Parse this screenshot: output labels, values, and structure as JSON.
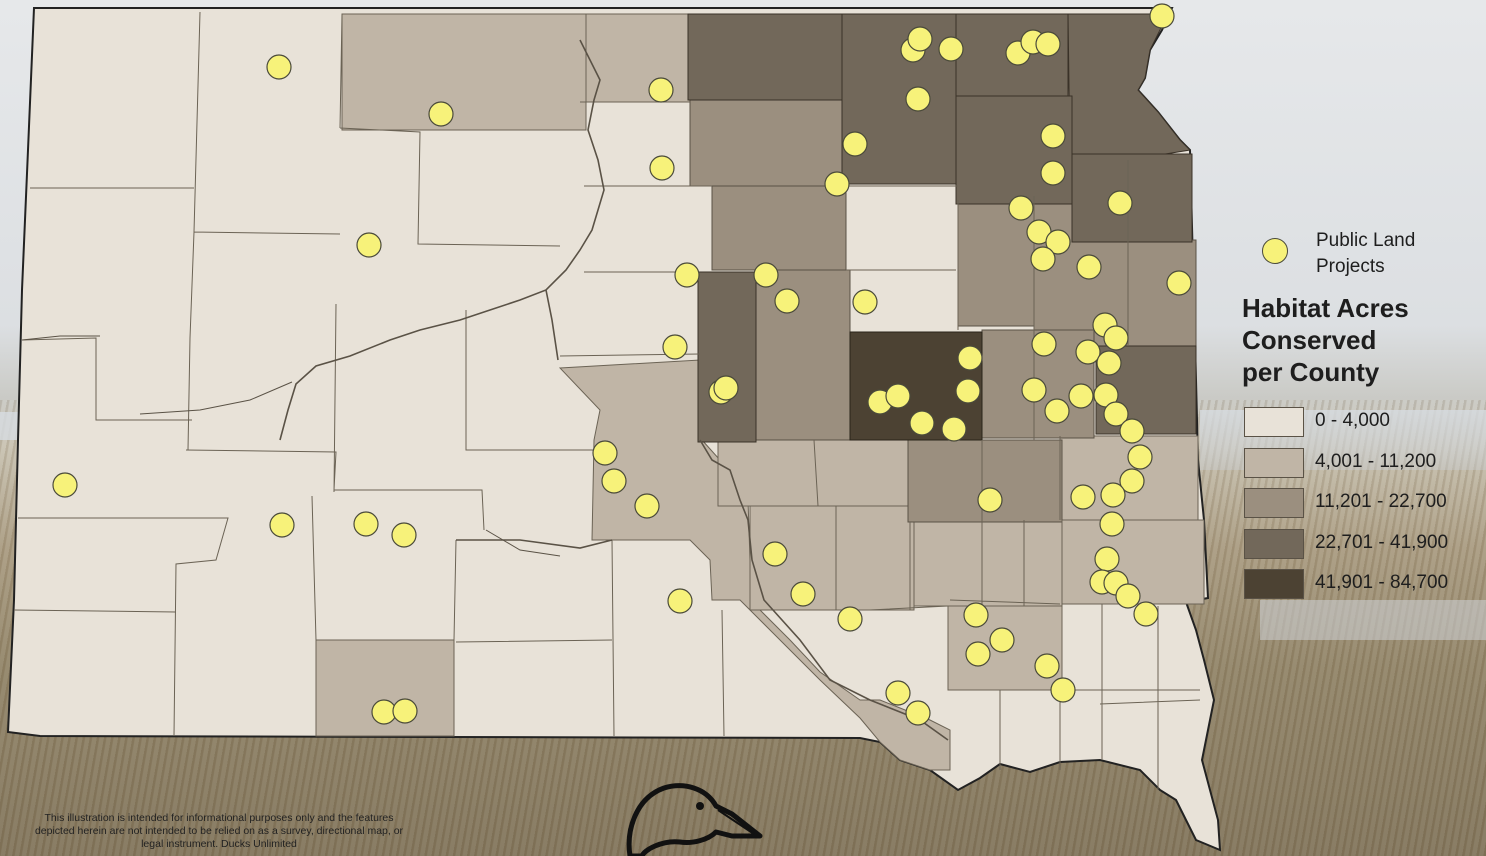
{
  "legend": {
    "public_land_label": "Public Land\nProjects",
    "title": "Habitat Acres\nConserved\nper County",
    "classes": [
      {
        "label": "0 - 4,000",
        "color": "#e8e2d8"
      },
      {
        "label": "4,001 - 11,200",
        "color": "#c0b5a6"
      },
      {
        "label": "11,201 - 22,700",
        "color": "#9b8f7f"
      },
      {
        "label": "22,701 - 41,900",
        "color": "#72685a"
      },
      {
        "label": "41,901 - 84,700",
        "color": "#4c4233"
      }
    ],
    "point_color": "#f7f27a"
  },
  "disclaimer": "This illustration is intended for informational purposes only and the features depicted herein are not intended to be relied on as a survey, directional map, or legal instrument. Ducks Unlimited",
  "logo_icon": "duck-head-logo"
}
